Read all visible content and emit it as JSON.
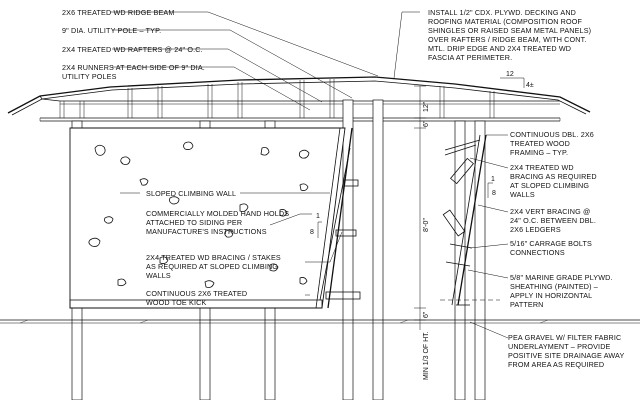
{
  "notes_left": [
    "2X6 TREATED WD RIDGE BEAM",
    "9\" DIA. UTILITY POLE – TYP.",
    "2X4 TREATED WD RAFTERS @ 24\" O.C.",
    "2X4 RUNNERS AT EACH SIDE OF 9\" DIA.",
    "UTILITY POLES"
  ],
  "roof_note": [
    "INSTALL 1/2\" CDX. PLYWD. DECKING AND",
    "ROOFING MATERIAL (COMPOSITION ROOF",
    "SHINGLES OR RAISED SEAM METAL PANELS)",
    "OVER RAFTERS / RIDGE BEAM, WITH CONT.",
    "MTL. DRIP EDGE AND 2X4 TREATED WD",
    "FASCIA AT PERIMETER."
  ],
  "wall_notes": {
    "sloped_wall": "SLOPED CLIMBING WALL",
    "hand_holds": [
      "COMMERCIALLY MOLDED HAND HOLDS",
      "ATTACHED TO SIDING PER",
      "MANUFACTURE'S INSTRUCTIONS"
    ],
    "bracing_stakes": [
      "2X4 TREATED WD BRACING / STAKES",
      "AS REQUIRED AT SLOPED CLIMBING",
      "WALLS"
    ],
    "toe_kick": [
      "CONTINUOUS 2X6 TREATED",
      "WOOD TOE KICK"
    ]
  },
  "notes_right": {
    "framing": [
      "CONTINUOUS DBL. 2X6",
      "TREATED WOOD",
      "FRAMING – TYP."
    ],
    "bracing": [
      "2X4 TREATED WD",
      "BRACING AS REQUIRED",
      "AT SLOPED CLIMBING",
      "WALLS"
    ],
    "vert_bracing": [
      "2X4 VERT BRACING @",
      "24\" O.C. BETWEEN DBL.",
      "2X6 LEDGERS"
    ],
    "bolts": [
      "5/16\" CARRAGE BOLTS",
      "CONNECTIONS"
    ],
    "sheathing": [
      "5/8\" MARINE GRADE PLYWD.",
      "SHEATHING (PAINTED) –",
      "APPLY IN HORIZONTAL",
      "PATTERN"
    ],
    "gravel": [
      "PEA GRAVEL W/ FILTER FABRIC",
      "UNDERLAYMENT – PROVIDE",
      "POSITIVE SITE DRAINAGE AWAY",
      "FROM AREA AS REQUIRED"
    ]
  },
  "roof_slope": {
    "rise": "4±",
    "run": "12"
  },
  "wall_slope": {
    "rise": "8",
    "run": "1"
  },
  "dimensions": {
    "top": "12\"",
    "top_b": "6\"",
    "wall_height": "8'-0\"",
    "base": "6\"",
    "embed": "MIN 1/3 OF HT."
  }
}
